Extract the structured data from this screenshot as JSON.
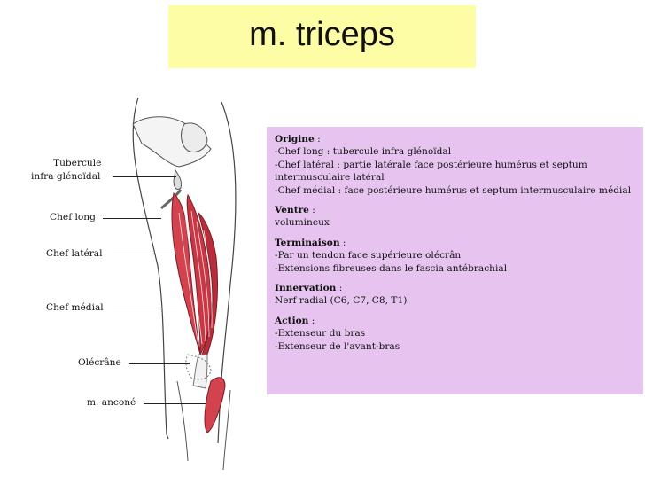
{
  "title": "m. triceps",
  "labels": {
    "tubercule_line1": "Tubercule",
    "tubercule_line2": "infra glénoïdal",
    "chef_long": "Chef long",
    "chef_lateral": "Chef latéral",
    "chef_medial": "Chef médial",
    "olecrane": "Olécrâne",
    "ancone": "m. anconé"
  },
  "info": {
    "origine": {
      "heading": "Origine",
      "sep": " :",
      "lines": [
        "-Chef long : tubercule infra glénoïdal",
        "-Chef latéral : partie latérale face postérieure humérus et septum intermusculaire latéral",
        "-Chef médial : face postérieure humérus et septum intermusculaire médial"
      ]
    },
    "ventre": {
      "heading": "Ventre",
      "sep": " :",
      "lines": [
        "volumineux"
      ]
    },
    "terminaison": {
      "heading": "Terminaison",
      "sep": " :",
      "lines": [
        "-Par un tendon face supérieure olécrân",
        "-Extensions fibreuses dans le fascia antébrachial"
      ]
    },
    "innervation": {
      "heading": "Innervation",
      "sep": " :",
      "lines": [
        "Nerf radial (C6, C7, C8, T1)"
      ]
    },
    "action": {
      "heading": "Action",
      "sep": " :",
      "lines": [
        "-Extenseur du bras",
        "-Extenseur de l'avant-bras"
      ]
    }
  },
  "colors": {
    "title_bg": "#fdfda6",
    "info_bg": "#e6c4ef",
    "muscle": "#d2424f"
  }
}
